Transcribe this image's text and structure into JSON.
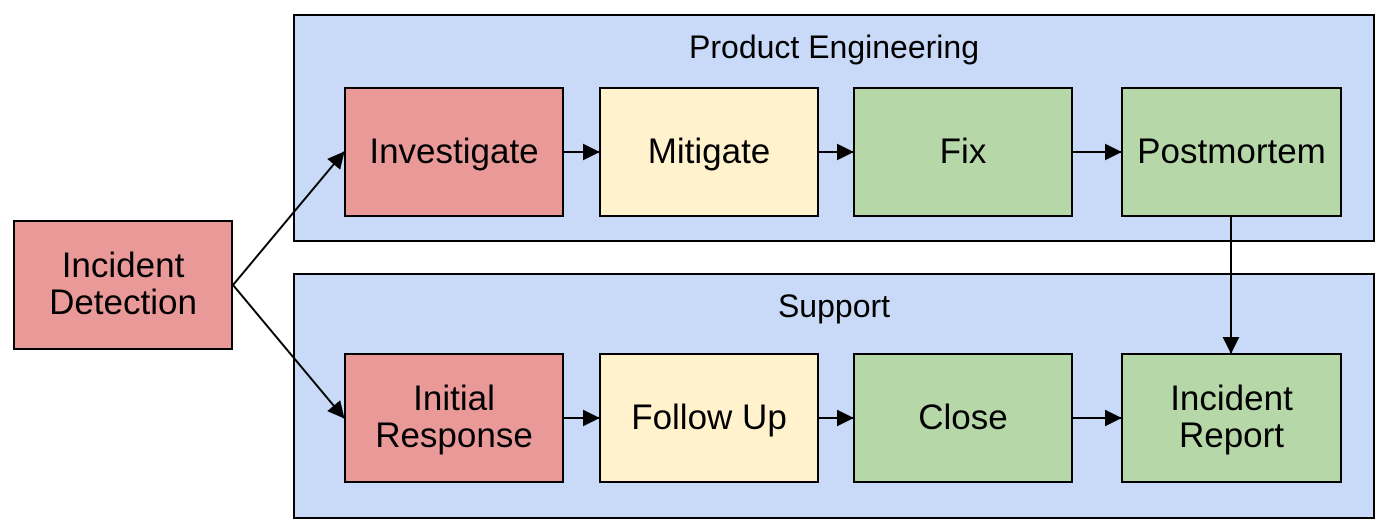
{
  "colors": {
    "background": "#ffffff",
    "lane_fill": "#c9daf8",
    "node_red": "#ea9999",
    "node_yellow": "#fff2cc",
    "node_green": "#b6d7a8",
    "border": "#000000",
    "arrow": "#000000"
  },
  "lanes": [
    {
      "title": "Product Engineering"
    },
    {
      "title": "Support"
    }
  ],
  "nodes": {
    "incident_detection": {
      "label": "Incident Detection",
      "fill": "#ea9999"
    },
    "investigate": {
      "label": "Investigate",
      "fill": "#ea9999"
    },
    "mitigate": {
      "label": "Mitigate",
      "fill": "#fff2cc"
    },
    "fix": {
      "label": "Fix",
      "fill": "#b6d7a8"
    },
    "postmortem": {
      "label": "Postmortem",
      "fill": "#b6d7a8"
    },
    "initial_response": {
      "label": "Initial Response",
      "fill": "#ea9999"
    },
    "follow_up": {
      "label": "Follow Up",
      "fill": "#fff2cc"
    },
    "close": {
      "label": "Close",
      "fill": "#b6d7a8"
    },
    "incident_report": {
      "label": "Incident Report",
      "fill": "#b6d7a8"
    }
  },
  "edges": [
    {
      "from": "Incident Detection",
      "to": "Investigate"
    },
    {
      "from": "Incident Detection",
      "to": "Initial Response"
    },
    {
      "from": "Investigate",
      "to": "Mitigate"
    },
    {
      "from": "Mitigate",
      "to": "Fix"
    },
    {
      "from": "Fix",
      "to": "Postmortem"
    },
    {
      "from": "Postmortem",
      "to": "Incident Report"
    },
    {
      "from": "Initial Response",
      "to": "Follow Up"
    },
    {
      "from": "Follow Up",
      "to": "Close"
    },
    {
      "from": "Close",
      "to": "Incident Report"
    }
  ]
}
